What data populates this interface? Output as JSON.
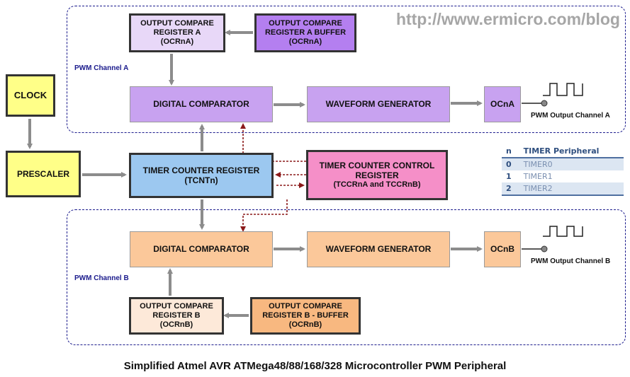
{
  "url": "http://www.ermicro.com/blog",
  "caption": "Simplified Atmel AVR ATMega48/88/168/328 Microcontroller PWM Peripheral",
  "colors": {
    "purple_light": "#e8d8f8",
    "purple": "#c8a2f0",
    "purple_buffer": "#b47ff0",
    "blue": "#9cc8f0",
    "pink": "#f58fc8",
    "orange_light": "#fde9d9",
    "orange": "#fbc89a",
    "orange_buffer": "#f8b880",
    "yellow": "#ffff88",
    "arrow_gray": "#8c8c8c",
    "control_arrow": "#8b1a1a",
    "region_border": "#1a1a8c"
  },
  "channel_a": {
    "label": "PWM Channel A",
    "ocr": [
      "OUTPUT COMPARE",
      "REGISTER A",
      "(OCRnA)"
    ],
    "ocr_buffer": [
      "OUTPUT COMPARE",
      "REGISTER A BUFFER",
      "(OCRnA)"
    ],
    "comparator": "DIGITAL COMPARATOR",
    "waveform": "WAVEFORM GENERATOR",
    "output": "OCnA",
    "signal_label": "PWM Output Channel A"
  },
  "channel_b": {
    "label": "PWM Channel B",
    "ocr": [
      "OUTPUT COMPARE",
      "REGISTER B",
      "(OCRnB)"
    ],
    "ocr_buffer": [
      "OUTPUT COMPARE",
      "REGISTER B - BUFFER",
      "(OCRnB)"
    ],
    "comparator": "DIGITAL COMPARATOR",
    "waveform": "WAVEFORM GENERATOR",
    "output": "OCnB",
    "signal_label": "PWM Output Channel B"
  },
  "clock": "CLOCK",
  "prescaler": "PRESCALER",
  "tcnt": [
    "TIMER COUNTER REGISTER",
    "(TCNTn)"
  ],
  "tccr": [
    "TIMER COUNTER CONTROL",
    "REGISTER",
    "(TCCRnA and TCCRnB)"
  ],
  "legend": {
    "headers": [
      "n",
      "TIMER Peripheral"
    ],
    "rows": [
      [
        "0",
        "TIMER0"
      ],
      [
        "1",
        "TIMER1"
      ],
      [
        "2",
        "TIMER2"
      ]
    ]
  }
}
